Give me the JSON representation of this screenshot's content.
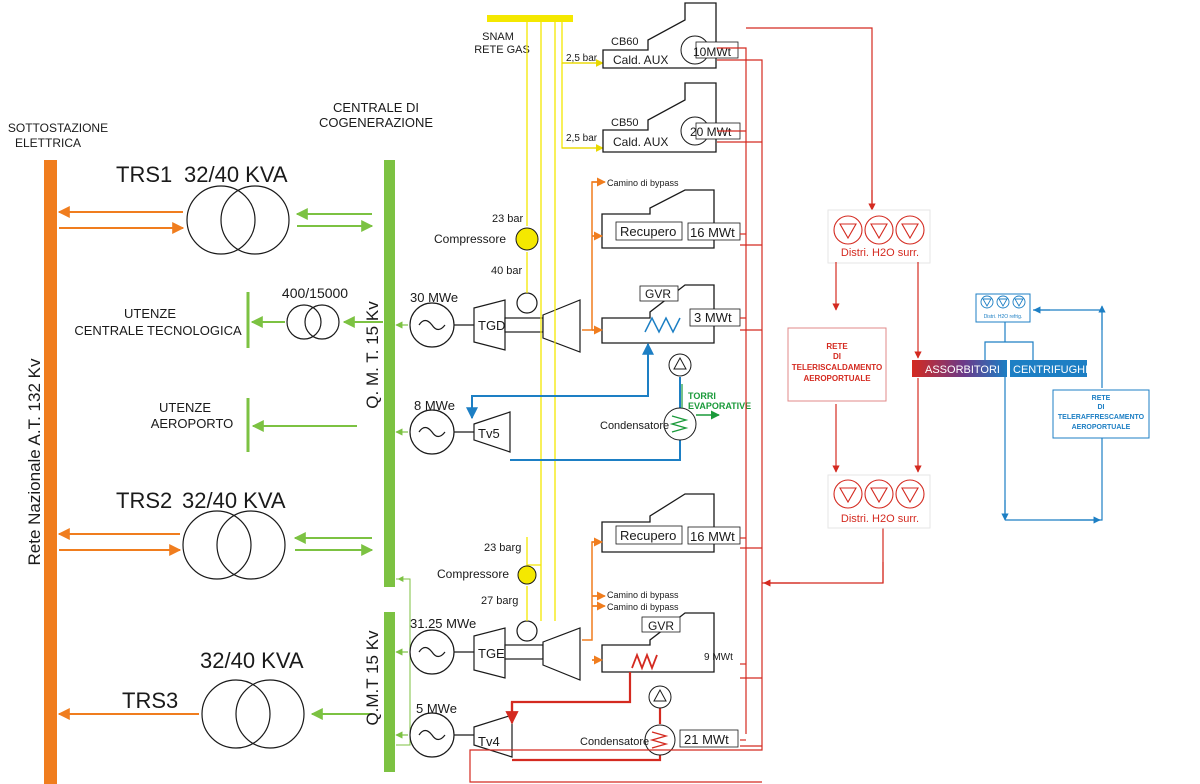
{
  "labels": {
    "sottostazione_1": "SOTTOSTAZIONE",
    "sottostazione_2": "ELETTRICA",
    "centrale_1": "CENTRALE DI",
    "centrale_2": "COGENERAZIONE",
    "rete_nazionale": "Rete Nazionale A.T. 132 Kv",
    "qmt_main": "Q. M. T. 15 Kv",
    "qmt_lower": "Q.M.T 15 Kv",
    "snam_1": "SNAM",
    "snam_2": "RETE GAS"
  },
  "transformers": {
    "trs1_name": "TRS1",
    "trs1_rating": "32/40 KVA",
    "trs2_name": "TRS2",
    "trs2_rating": "32/40 KVA",
    "trs3_name": "TRS3",
    "trs3_rating": "32/40 KVA",
    "aux_rating": "400/15000"
  },
  "loads": {
    "utenze_tec_1": "UTENZE",
    "utenze_tec_2": "CENTRALE TECNOLOGICA",
    "utenze_aer_1": "UTENZE",
    "utenze_aer_2": "AEROPORTO"
  },
  "generators": {
    "g1_power": "30 MWe",
    "g1_turbine": "TGD",
    "g2_power": "8 MWe",
    "g2_turbine": "Tv5",
    "g3_power": "31.25 MWe",
    "g3_turbine": "TGE",
    "g4_power": "5 MWe",
    "g4_turbine": "Tv4"
  },
  "compressors": {
    "c1_label": "Compressore",
    "c1_in": "23 bar",
    "c1_out": "40 bar",
    "c2_label": "Compressore",
    "c2_in": "23 barg",
    "c2_out": "27 barg"
  },
  "boilers": {
    "cb60_name": "CB60",
    "cb60_label": "Cald. AUX",
    "cb60_power": "10MWt",
    "cb60_pressure": "2,5 bar",
    "cb50_name": "CB50",
    "cb50_label": "Cald. AUX",
    "cb50_power": "20 MWt",
    "cb50_pressure": "2,5 bar",
    "rec1_label": "Recupero",
    "rec1_power": "16 MWt",
    "rec2_label": "Recupero",
    "rec2_power": "16 MWt",
    "gvr1_label": "GVR",
    "gvr1_power": "3 MWt",
    "gvr2_label": "GVR",
    "gvr2_power": "9 MWt",
    "bypass_1": "Camino di bypass",
    "bypass_2": "Camino di bypass",
    "bypass_3": "Camino di bypass"
  },
  "condensers": {
    "cond1_label": "Condensatore",
    "cond2_label": "Condensatore",
    "cond2_power": "21 MWt",
    "torri_1": "TORRI",
    "torri_2": "EVAPORATIVE"
  },
  "networks": {
    "distri_top": "Distri. H2O surr.",
    "distri_bottom": "Distri. H2O surr.",
    "teleris_1": "RETE",
    "teleris_2": "DI",
    "teleris_3": "TELERISCALDAMENTO",
    "teleris_4": "AEROPORTUALE",
    "assorbitori": "ASSORBITORI",
    "centrifughi": "CENTRIFUGHI",
    "distri_refrig": "Distri. H2O refrig.",
    "teleraff_1": "RETE",
    "teleraff_2": "DI",
    "teleraff_3": "TELERAFFRESCAMENTO",
    "teleraff_4": "AEROPORTUALE"
  },
  "colors": {
    "electric_bus": "#f07d1e",
    "mt_bus": "#7cc242",
    "gas": "#f4e800",
    "hot_water": "#d42a20",
    "cold_water": "#1d7fc4",
    "steam": "#1a9a3a"
  }
}
